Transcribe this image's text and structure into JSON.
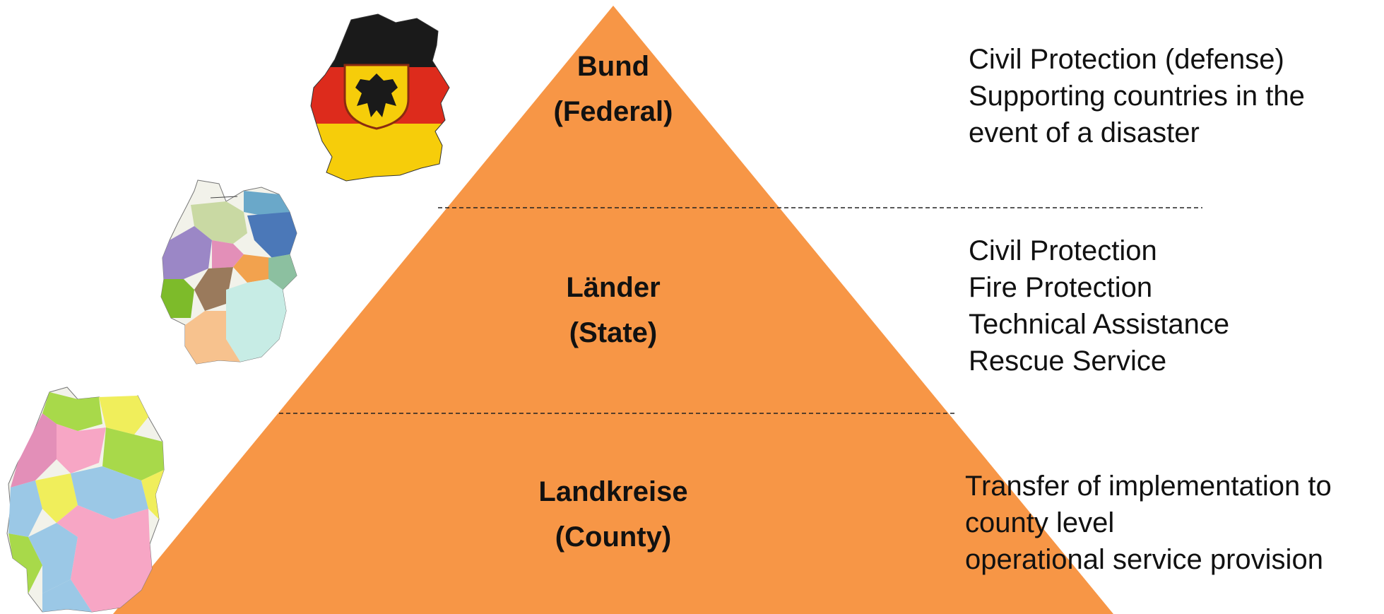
{
  "colors": {
    "pyramid": "#f79646",
    "divider": "#222222",
    "flag_black": "#1a1a1a",
    "flag_red": "#dd2b1c",
    "flag_gold": "#f6cd0a"
  },
  "levels": [
    {
      "name": "Bund",
      "sub": "(Federal)",
      "duties": [
        "Civil Protection (defense)",
        "Supporting countries in the",
        "event of a disaster"
      ]
    },
    {
      "name": "Länder",
      "sub": "(State)",
      "duties": [
        "Civil  Protection",
        "Fire Protection",
        "Technical Assistance",
        "Rescue Service"
      ]
    },
    {
      "name": "Landkreise",
      "sub": "(County)",
      "duties": [
        "Transfer of implementation to",
        "county level",
        "operational service provision"
      ]
    }
  ],
  "images": [
    {
      "icon": "germany-flag-map-icon"
    },
    {
      "icon": "germany-states-map-icon"
    },
    {
      "icon": "germany-counties-map-icon"
    }
  ]
}
